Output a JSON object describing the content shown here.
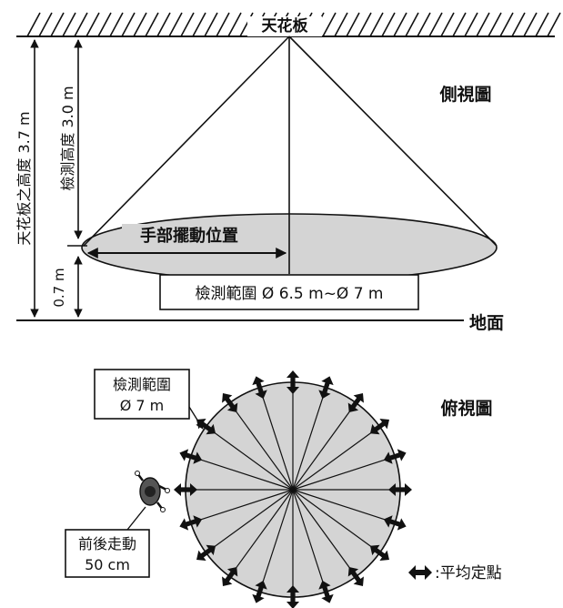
{
  "side_view": {
    "ceiling_label": "天花板",
    "view_title": "側視圖",
    "ceiling_height_label": "天花板之高度 3.7 m",
    "detection_height_label": "檢測高度 3.0 m",
    "hand_height_label": "0.7 m",
    "hand_motion_label": "手部擺動位置",
    "range_label": "檢測範圍 Ø 6.5 m~Ø 7 m",
    "floor_label": "地面"
  },
  "top_view": {
    "view_title": "俯視圖",
    "range_box_line1": "檢測範圍",
    "range_box_line2": "Ø 7 m",
    "walk_box_line1": "前後走動",
    "walk_box_line2": "50 cm",
    "legend_label": ":平均定點"
  }
}
